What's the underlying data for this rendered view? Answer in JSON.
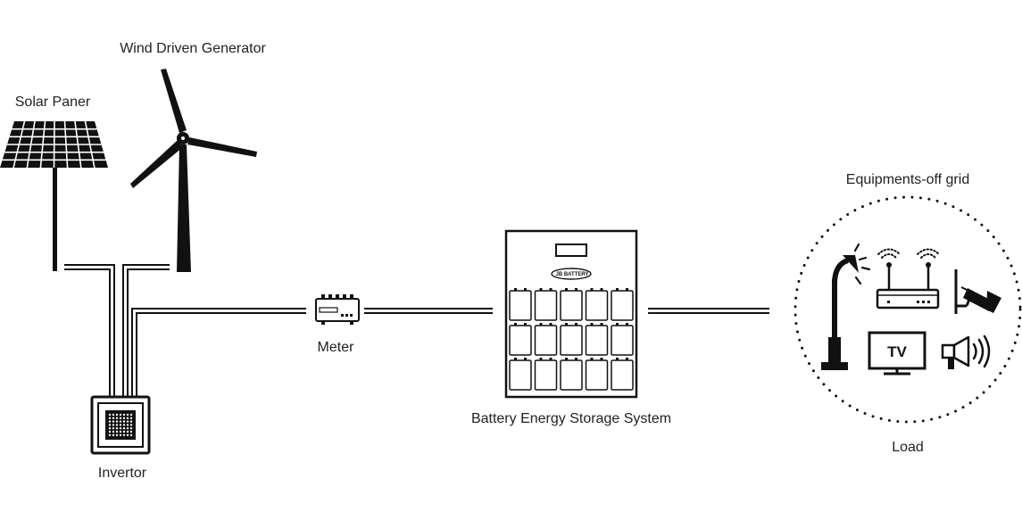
{
  "labels": {
    "wind": "Wind Driven Generator",
    "solar": "Solar Paner",
    "meter": "Meter",
    "inverter": "Invertor",
    "battery": "Battery Energy Storage System",
    "load_group": "Equipments-off grid",
    "load": "Load"
  },
  "battery_logo": "JB BATTERY",
  "tv_text": "TV",
  "icons": [
    "solar-panel-icon",
    "wind-turbine-icon",
    "meter-icon",
    "inverter-icon",
    "battery-cabinet-icon",
    "street-lamp-icon",
    "wifi-router-icon",
    "security-camera-icon",
    "tv-icon",
    "loudspeaker-icon"
  ],
  "colors": {
    "ink": "#111111",
    "text": "#222222",
    "background": "#ffffff"
  }
}
